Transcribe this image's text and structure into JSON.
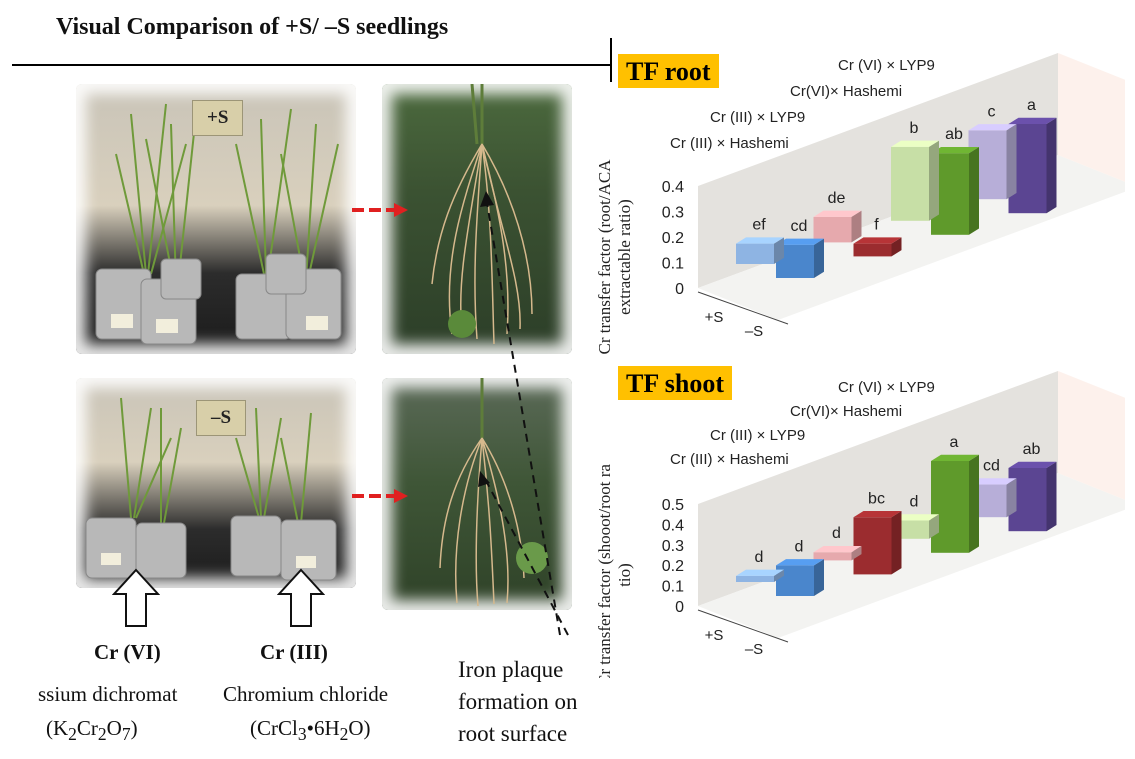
{
  "title": "Visual Comparison of +S/ –S seedlings",
  "photos": {
    "plus_label": "+S",
    "minus_label": "–S"
  },
  "captions": {
    "cr6_name": "Cr (VI)",
    "cr6_compound": "ssium dichromat",
    "cr6_formula_pre": "(K",
    "cr6_formula_sub1": "2",
    "cr6_formula_mid": "Cr",
    "cr6_formula_sub2": "2",
    "cr6_formula_mid2": "O",
    "cr6_formula_sub3": "7",
    "cr6_formula_post": ")",
    "cr3_name": "Cr (III)",
    "cr3_compound": "Chromium chloride",
    "cr3_formula_pre": "(CrCl",
    "cr3_formula_sub1": "3",
    "cr3_formula_mid": "•6H",
    "cr3_formula_sub2": "2",
    "cr3_formula_post": "O)",
    "iron_line1": "Iron plaque",
    "iron_line2": "formation on",
    "iron_line3": "root surface"
  },
  "panels": {
    "root_tag": "TF root",
    "shoot_tag": "TF shoot"
  },
  "colors": {
    "tag_bg": "#ffc000",
    "arrow_red": "#e02020"
  },
  "chart_data": [
    {
      "type": "bar",
      "title": "TF root",
      "ylabel": "Cr transfer factor (root/ACA extractable ratio)",
      "ylim": [
        0,
        0.4
      ],
      "yticks": [
        "0.4",
        "0.3",
        "0.2",
        "0.1",
        "0"
      ],
      "categories": [
        "+S",
        "–S"
      ],
      "series": [
        {
          "name": "Cr (III) × Hashemi",
          "values": [
            0.08,
            0.13
          ],
          "letters": [
            "ef",
            "cd"
          ],
          "colors": [
            "#8eb4e3",
            "#4a86cc"
          ]
        },
        {
          "name": "Cr (III)  × LYP9",
          "values": [
            0.1,
            0.05
          ],
          "letters": [
            "de",
            "f"
          ],
          "colors": [
            "#e6a9ad",
            "#9b2c2f"
          ]
        },
        {
          "name": "Cr(VI)× Hashemi",
          "values": [
            0.29,
            0.32
          ],
          "letters": [
            "b",
            "ab"
          ],
          "colors": [
            "#c7dfa6",
            "#5f9a2b"
          ]
        },
        {
          "name": "Cr (VI) × LYP9",
          "values": [
            0.27,
            0.35
          ],
          "letters": [
            "c",
            "a"
          ],
          "colors": [
            "#b7aed8",
            "#5b4592"
          ]
        }
      ]
    },
    {
      "type": "bar",
      "title": "TF shoot",
      "ylabel": "Cr transfer factor (shooot/root ratio)",
      "ylim": [
        0,
        0.5
      ],
      "yticks": [
        "0.5",
        "0.4",
        "0.3",
        "0.2",
        "0.1",
        "0"
      ],
      "categories": [
        "+S",
        "–S"
      ],
      "series": [
        {
          "name": "Cr (III) × Hashemi",
          "values": [
            0.03,
            0.15
          ],
          "letters": [
            "d",
            "d"
          ],
          "colors": [
            "#8eb4e3",
            "#4a86cc"
          ]
        },
        {
          "name": "Cr (III)  × LYP9",
          "values": [
            0.04,
            0.28
          ],
          "letters": [
            "d",
            "bc"
          ],
          "colors": [
            "#e6a9ad",
            "#9b2c2f"
          ]
        },
        {
          "name": "Cr(VI)× Hashemi",
          "values": [
            0.09,
            0.45
          ],
          "letters": [
            "d",
            "a"
          ],
          "colors": [
            "#c7dfa6",
            "#5f9a2b"
          ]
        },
        {
          "name": "Cr (VI) × LYP9",
          "values": [
            0.16,
            0.31
          ],
          "letters": [
            "cd",
            "ab"
          ],
          "colors": [
            "#b7aed8",
            "#5b4592"
          ]
        }
      ]
    }
  ]
}
